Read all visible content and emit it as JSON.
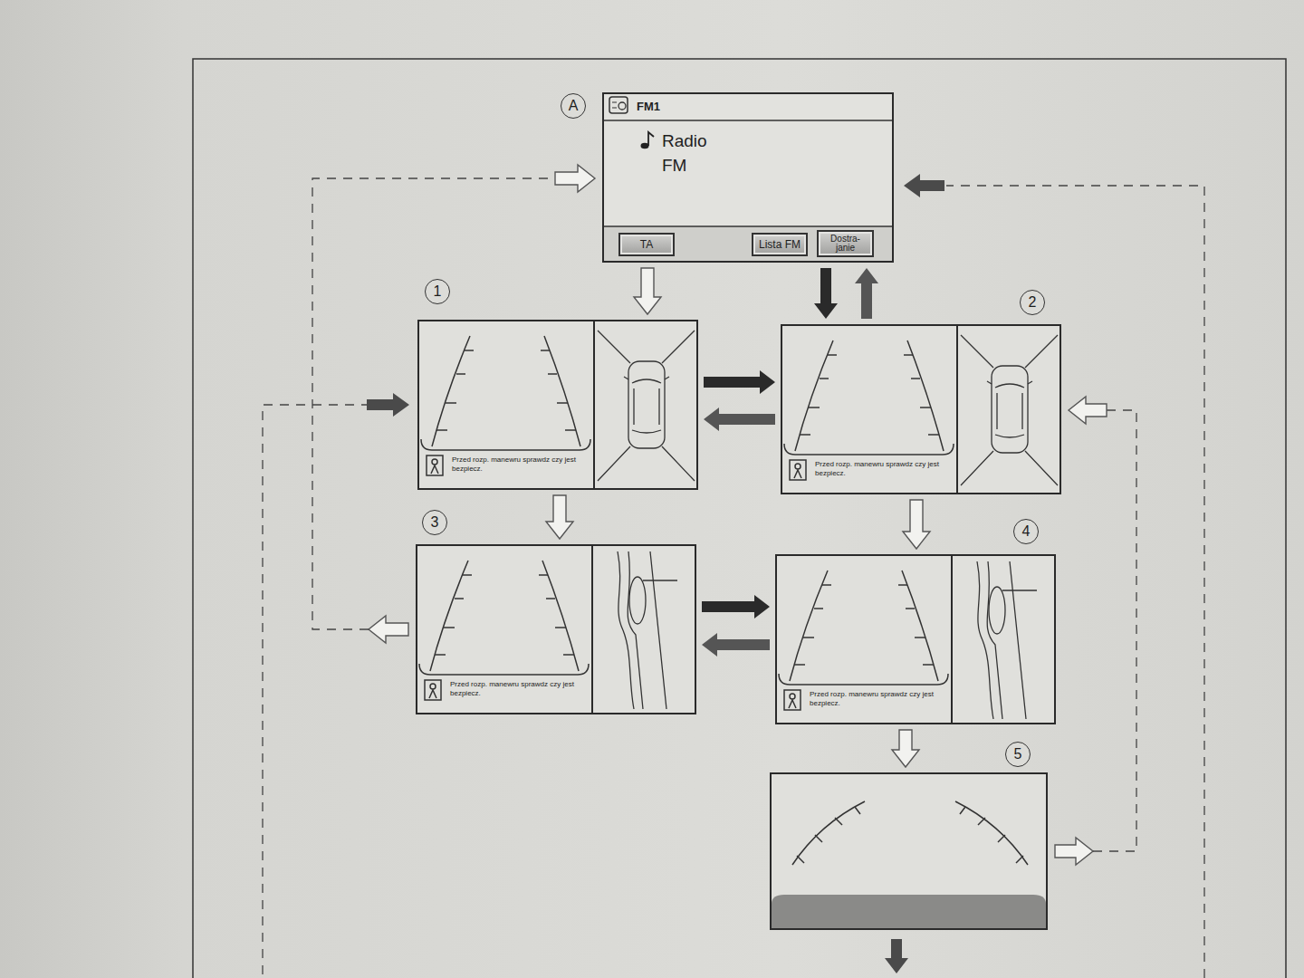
{
  "diagram": {
    "nodes": [
      {
        "text": [
          "A",
          "FM1",
          "Radio FM"
        ]
      },
      {
        "text": [
          "TA"
        ],
        "in": 0
      },
      {
        "text": [
          "Lista FM"
        ],
        "in": 0
      },
      {
        "text": [
          "Dostra- janie"
        ],
        "in": 0
      },
      {
        "text": [
          "1",
          "Przed rozp. manewru sprawdz czy jest bezpiecz."
        ]
      },
      {
        "text": [
          "2",
          "Przed rozp. manewru sprawdz czy jest bezpiecz."
        ]
      },
      {
        "text": [
          "3",
          "Przed rozp. manewru sprawdz czy jest bezpiecz."
        ]
      },
      {
        "text": [
          "4",
          "Przed rozp. manewru sprawdz czy jest bezpiecz."
        ]
      },
      {
        "text": [
          "5"
        ]
      }
    ],
    "edges": [
      {
        "from": 0,
        "to": 4,
        "arrow": "to"
      },
      {
        "from": 0,
        "to": 5,
        "arrow": "to"
      },
      {
        "from": 5,
        "to": 0,
        "arrow": "to"
      },
      {
        "from": 4,
        "to": 5,
        "arrow": "to"
      },
      {
        "from": 5,
        "to": 4,
        "arrow": "to"
      },
      {
        "from": 4,
        "to": 6,
        "arrow": "to"
      },
      {
        "from": 5,
        "to": 7,
        "arrow": "to"
      },
      {
        "from": 6,
        "to": 7,
        "arrow": "to"
      },
      {
        "from": 7,
        "to": 6,
        "arrow": "to"
      },
      {
        "from": 7,
        "to": 8,
        "arrow": "to"
      },
      {
        "from": 6,
        "to": 0,
        "arrow": "to"
      },
      {
        "from": 8,
        "to": 5,
        "arrow": "to"
      }
    ]
  }
}
